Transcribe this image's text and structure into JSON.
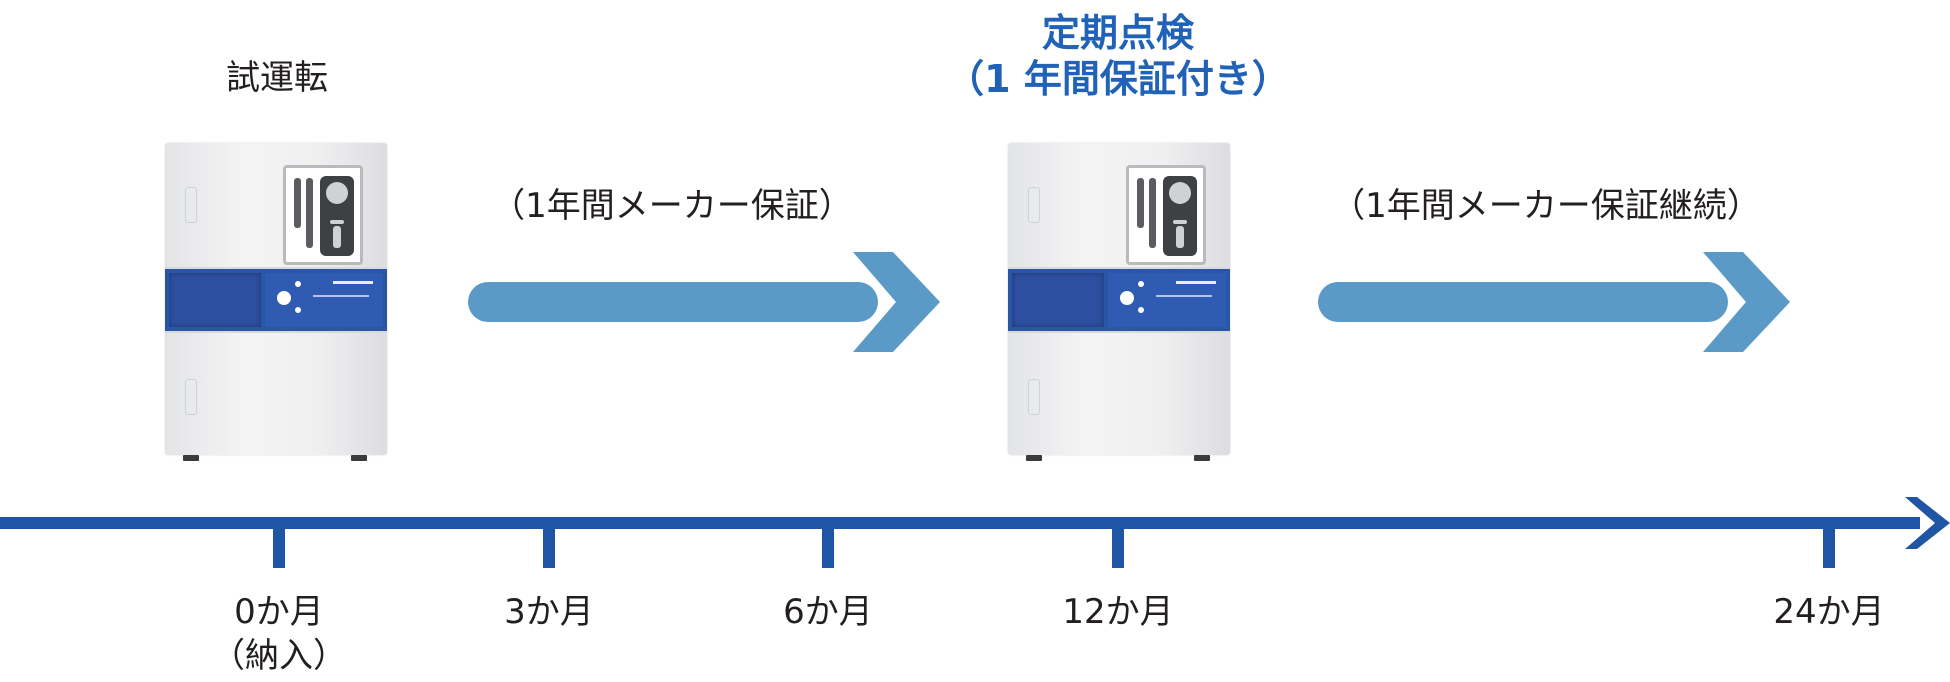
{
  "colors": {
    "timeline": "#1f55a5",
    "flow_arrow": "#5b9ac6",
    "highlight_text": "#1f62b8",
    "panel_blue": "#2a56a6"
  },
  "stages": {
    "trial_run": {
      "label": "試運転"
    },
    "inspection": {
      "title_line1": "定期点検",
      "title_line2": "（1 年間保証付き）"
    }
  },
  "warranties": {
    "first": "（1年間メーカー保証）",
    "second": "（1年間メーカー保証継続）"
  },
  "timeline": {
    "ticks": [
      {
        "label": "0か月",
        "sublabel": "（納入）"
      },
      {
        "label": "3か月"
      },
      {
        "label": "6か月"
      },
      {
        "label": "12か月"
      },
      {
        "label": "24か月"
      }
    ]
  },
  "icons": {
    "machine": "instrument-unit-icon",
    "arrow": "right-arrow-icon",
    "timeline_arrow": "arrowhead-icon"
  }
}
